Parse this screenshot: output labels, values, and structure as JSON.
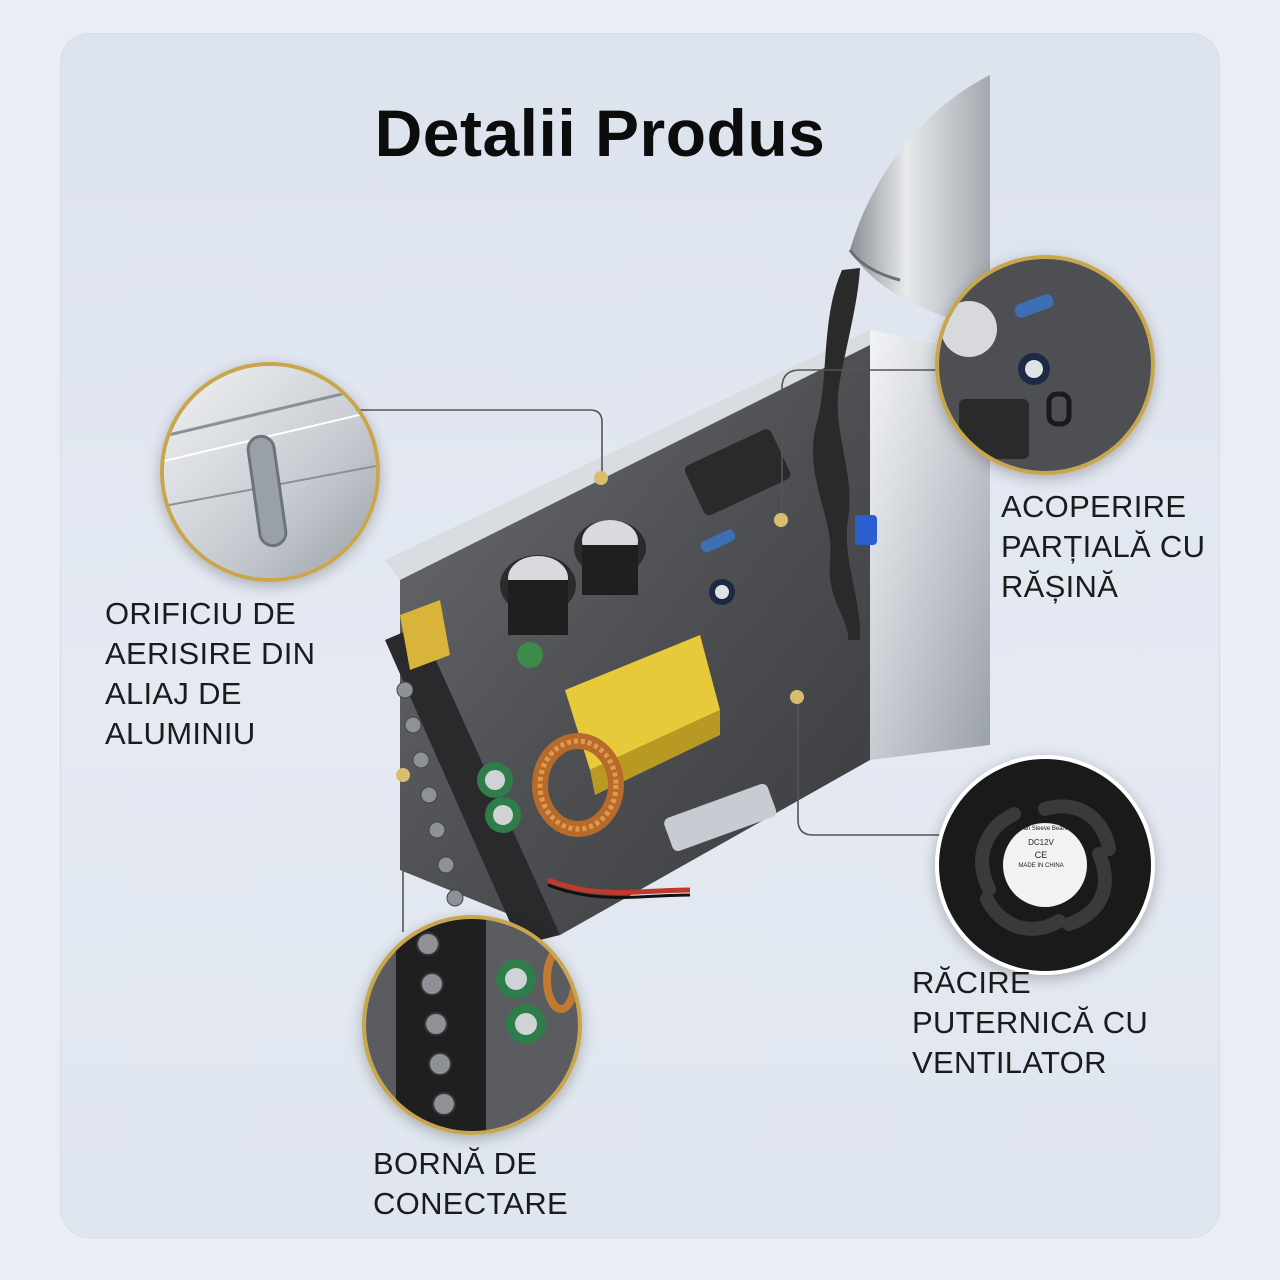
{
  "title": "Detalii Produs",
  "callouts": {
    "vent": [
      "ORIFICIU DE",
      "AERISIRE DIN",
      "ALIAJ DE",
      "ALUMINIU"
    ],
    "resin": [
      "ACOPERIRE",
      "PARȚIALĂ CU",
      "RĂȘINĂ"
    ],
    "fan": [
      "RĂCIRE",
      "PUTERNICĂ CU",
      "VENTILATOR"
    ],
    "terminal": [
      "BORNĂ DE",
      "CONECTARE"
    ]
  },
  "fan_label": {
    "line1": "DC Fan Sleeve Bearing",
    "line2": "DC12V",
    "line3": "CE",
    "line4": "MADE IN CHINA"
  },
  "colors": {
    "accent_gold": "#c9a64b",
    "leader_line": "#555555",
    "pcb_dark": "#4a4a4a",
    "capacitor_yellow": "#e8c93a"
  },
  "icons": [
    "aluminum-vent-icon",
    "resin-coating-icon",
    "cooling-fan-icon",
    "terminal-block-icon"
  ]
}
